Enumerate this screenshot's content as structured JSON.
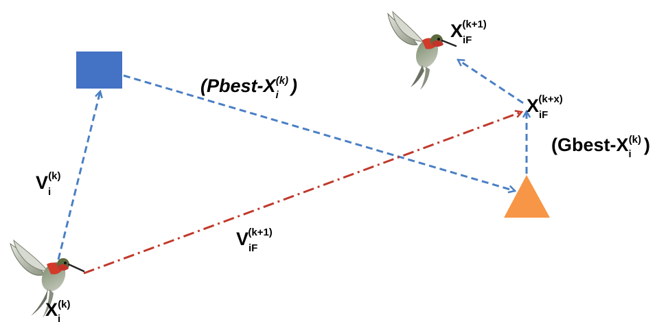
{
  "labels": {
    "xi_k": {
      "main": "X",
      "sub": "i",
      "sup": "(k)"
    },
    "vi_k": {
      "main": "V",
      "sub": "i",
      "sup": "(k)"
    },
    "viF_k1": {
      "main": "V",
      "sub": "iF",
      "sup": "(k+1)"
    },
    "pbest": {
      "prefix": "(Pbest-",
      "main": "X",
      "sub": "i",
      "sup": "(k)",
      "suffix": ")"
    },
    "gbest": {
      "prefix": "(Gbest-",
      "main": "X",
      "sub": "i",
      "sup": "(k)",
      "suffix": ")"
    },
    "xiF_kx": {
      "main": "X",
      "sub": "iF",
      "sup": "(k+x)"
    },
    "xiF_k1": {
      "main": "X",
      "sub": "iF",
      "sup": "(k+1)"
    }
  },
  "colors": {
    "blue_arrow": "#4a7fc4",
    "red_arrow": "#c0392b",
    "square": "#4472c4",
    "triangle": "#f79646"
  },
  "icons": {
    "current_particle": "hummingbird-icon",
    "next_particle": "hummingbird-icon",
    "personal_best": "square-marker",
    "global_best": "triangle-marker"
  }
}
